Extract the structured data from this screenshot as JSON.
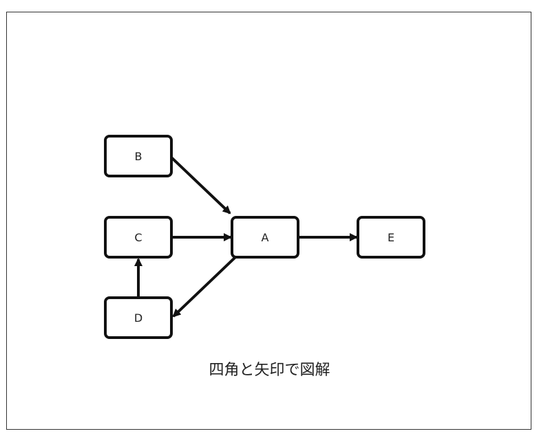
{
  "nodes": {
    "a": "A",
    "b": "B",
    "c": "C",
    "d": "D",
    "e": "E"
  },
  "edges": [
    {
      "from": "B",
      "to": "A"
    },
    {
      "from": "C",
      "to": "A"
    },
    {
      "from": "A",
      "to": "D"
    },
    {
      "from": "D",
      "to": "C"
    },
    {
      "from": "A",
      "to": "E"
    }
  ],
  "caption": "四角と矢印で図解"
}
